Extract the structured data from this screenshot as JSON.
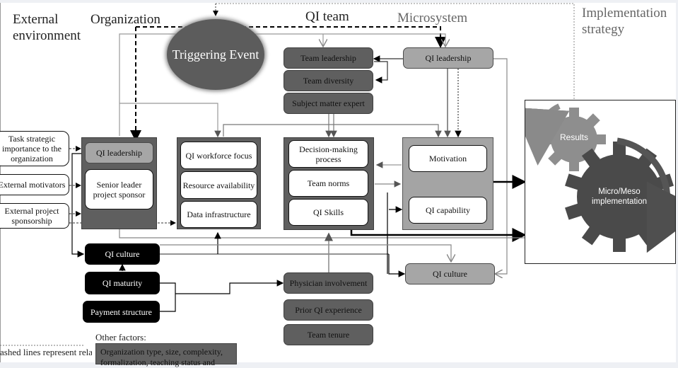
{
  "headers": {
    "external_environment": "External environment",
    "organization": "Organization",
    "qi_team": "QI team",
    "microsystem": "Microsystem",
    "implementation_strategy": "Implementation strategy"
  },
  "triggering_event": "Triggering Event",
  "external": {
    "task_strategic": "Task strategic importance to the organization",
    "external_motivators": "External motivators",
    "external_project_sponsorship": "External project sponsorship"
  },
  "organization": {
    "qi_leadership": "QI leadership",
    "senior_leader": "Senior leader project sponsor",
    "qi_workforce_focus": "QI workforce focus",
    "resource_availability": "Resource availability",
    "data_infrastructure": "Data infrastructure",
    "qi_culture": "QI culture",
    "qi_maturity": "QI maturity",
    "payment_structure": "Payment structure"
  },
  "qi_team": {
    "team_leadership": "Team leadership",
    "team_diversity": "Team diversity",
    "subject_matter_expert": "Subject matter expert",
    "decision_making": "Decision-making process",
    "team_norms": "Team norms",
    "qi_skills": "QI Skills",
    "physician_involvement": "Physician involvement",
    "prior_qi_experience": "Prior QI experience",
    "team_tenure": "Team tenure"
  },
  "microsystem": {
    "qi_leadership": "QI leadership",
    "motivation": "Motivation",
    "qi_capability": "QI capability",
    "qi_culture": "QI culture"
  },
  "implementation": {
    "results": "Results",
    "micro_meso": "Micro/Meso implementation"
  },
  "other_factors": {
    "label": "Other factors:",
    "text": "Organization type, size, complexity, formalization, teaching status and"
  },
  "legend": {
    "text": "ashed lines represent relationships..."
  }
}
